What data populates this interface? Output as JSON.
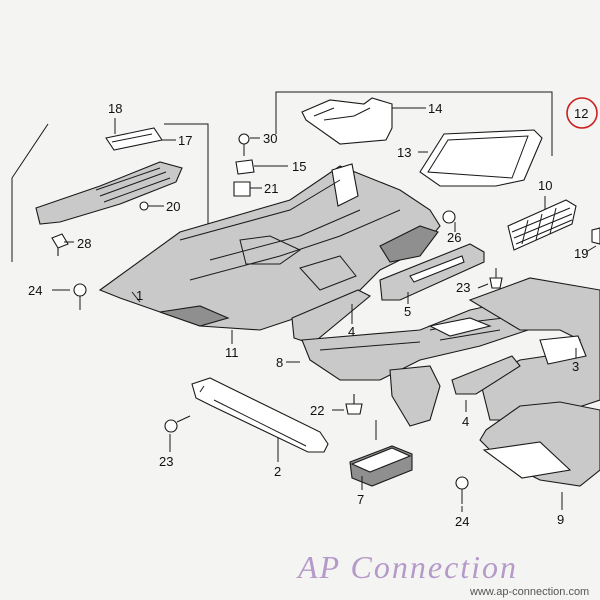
{
  "callouts": {
    "c18": "18",
    "c17": "17",
    "c30": "30",
    "c15": "15",
    "c21": "21",
    "c20": "20",
    "c28": "28",
    "c14": "14",
    "c13": "13",
    "c12": "12",
    "c10": "10",
    "c26": "26",
    "c19": "19",
    "c24a": "24",
    "c1": "1",
    "c11": "11",
    "c4a": "4",
    "c5": "5",
    "c23a": "23",
    "c8": "8",
    "c3": "3",
    "c22": "22",
    "c4b": "4",
    "c2": "2",
    "c23b": "23",
    "c7": "7",
    "c24b": "24",
    "c9": "9"
  },
  "watermark": {
    "brand": "AP Connection",
    "url": "www.ap-connection.com"
  },
  "colors": {
    "highlight_circle": "#cc1f1f",
    "watermark": "#b59ac9"
  }
}
